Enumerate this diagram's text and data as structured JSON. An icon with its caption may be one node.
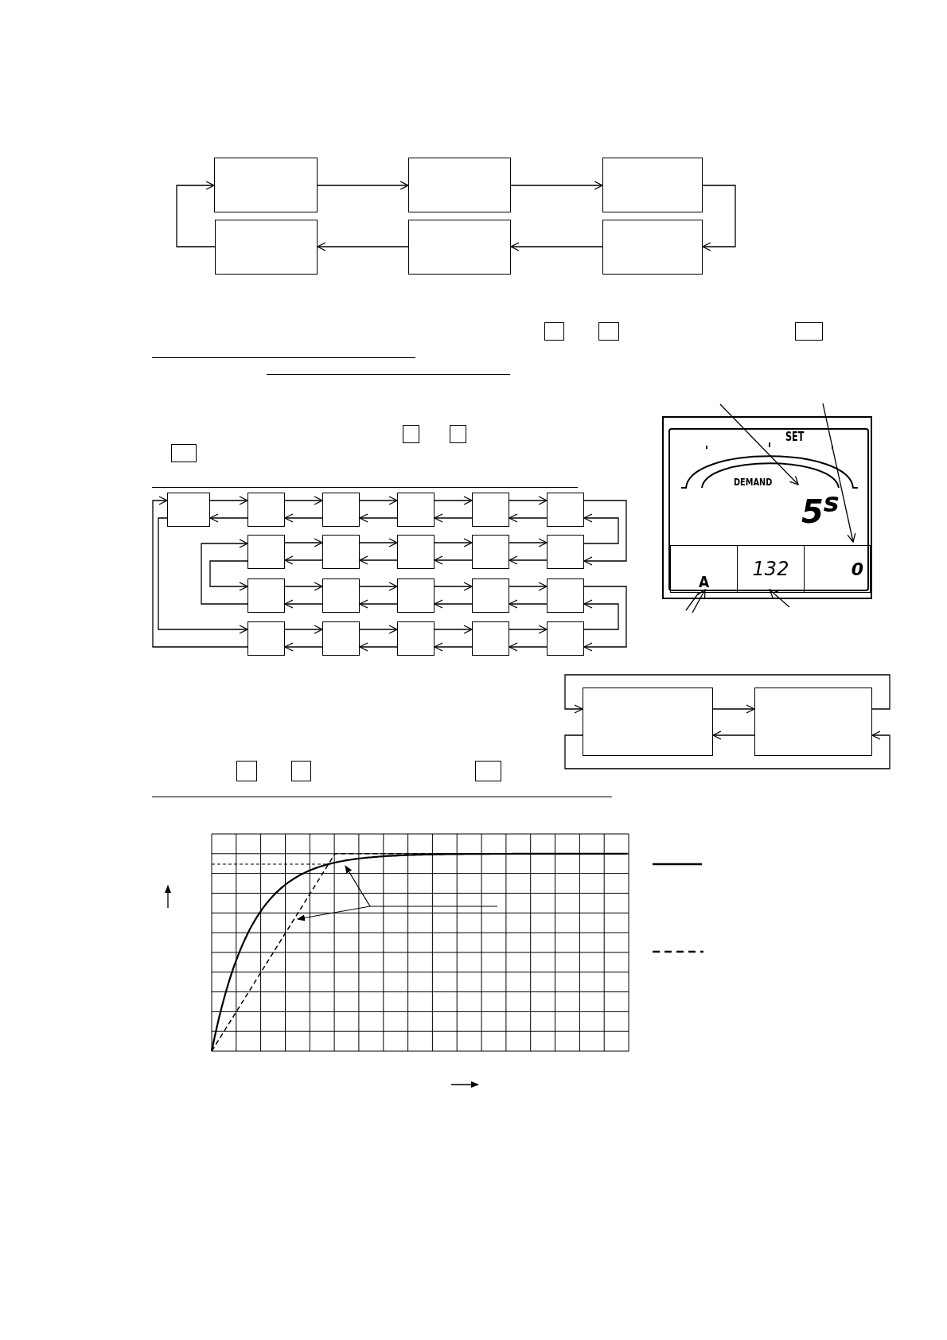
{
  "diagram": {
    "nodes": [
      {
        "text": [],
        "shape": "box"
      },
      {
        "text": [],
        "shape": "box"
      },
      {
        "text": [],
        "shape": "box"
      },
      {
        "text": [],
        "shape": "box"
      },
      {
        "text": [],
        "shape": "box"
      },
      {
        "text": [],
        "shape": "box"
      },
      {
        "text": [],
        "shape": "box"
      },
      {
        "text": [],
        "shape": "box"
      },
      {
        "text": [],
        "shape": "box"
      },
      {
        "text": [],
        "shape": "box"
      },
      {
        "text": [],
        "shape": "box"
      },
      {
        "text": [],
        "shape": "box"
      },
      {
        "text": [],
        "shape": "box"
      },
      {
        "text": [],
        "shape": "box",
        "in": 12
      },
      {
        "text": [
          "5$^{s}$"
        ],
        "in": 13
      },
      {
        "text": [
          "A"
        ],
        "in": 13
      },
      {
        "text": [
          "132"
        ],
        "in": 13
      },
      {
        "text": [
          "0"
        ],
        "in": 13
      },
      {
        "text": [],
        "shape": "box"
      },
      {
        "text": [],
        "shape": "box"
      },
      {
        "text": [],
        "shape": "box"
      },
      {
        "text": [],
        "shape": "box"
      },
      {
        "text": [],
        "shape": "box"
      },
      {
        "text": [],
        "shape": "box"
      },
      {
        "text": [],
        "shape": "box"
      },
      {
        "text": [],
        "shape": "box"
      },
      {
        "text": [],
        "shape": "box"
      },
      {
        "text": [],
        "shape": "box"
      },
      {
        "text": [],
        "shape": "box"
      },
      {
        "text": [],
        "shape": "box"
      },
      {
        "text": [],
        "shape": "box"
      },
      {
        "text": [],
        "shape": "box"
      },
      {
        "text": [],
        "shape": "box"
      },
      {
        "text": [],
        "shape": "box"
      },
      {
        "text": [],
        "shape": "box"
      },
      {
        "text": [],
        "shape": "box"
      },
      {
        "text": [],
        "shape": "box"
      },
      {
        "text": [],
        "shape": "box"
      },
      {
        "text": [],
        "shape": "box"
      },
      {
        "text": [],
        "shape": "box"
      },
      {
        "text": [],
        "shape": "box"
      },
      {
        "text": [],
        "shape": "box"
      },
      {
        "text": [],
        "shape": "box"
      },
      {
        "text": [],
        "shape": "box"
      }
    ],
    "edges": [
      {
        "from": 0,
        "to": 1,
        "arrow": "to"
      },
      {
        "from": 1,
        "to": 2,
        "arrow": "to"
      },
      {
        "from": 2,
        "to": 5,
        "arrow": "to"
      },
      {
        "from": 5,
        "to": 4,
        "arrow": "to"
      },
      {
        "from": 4,
        "to": 3,
        "arrow": "to"
      },
      {
        "from": 3,
        "to": 0,
        "arrow": "to"
      },
      {
        "from": null,
        "to": 14,
        "arrow": "to"
      },
      {
        "from": null,
        "to": 17,
        "arrow": "to"
      },
      {
        "from": null,
        "to": 15,
        "arrow": "to"
      },
      {
        "from": null,
        "to": 16,
        "arrow": "to"
      },
      {
        "from": 18,
        "to": 19,
        "arrow": "to"
      },
      {
        "from": 19,
        "to": 18,
        "arrow": "to"
      },
      {
        "from": 19,
        "to": 20,
        "arrow": "to"
      },
      {
        "from": 20,
        "to": 19,
        "arrow": "to"
      },
      {
        "from": 20,
        "to": 21,
        "arrow": "to"
      },
      {
        "from": 21,
        "to": 20,
        "arrow": "to"
      },
      {
        "from": 21,
        "to": 22,
        "arrow": "to"
      },
      {
        "from": 22,
        "to": 21,
        "arrow": "to"
      },
      {
        "from": 22,
        "to": 23,
        "arrow": "to"
      },
      {
        "from": 23,
        "to": 22,
        "arrow": "to"
      },
      {
        "from": 24,
        "to": 25,
        "arrow": "to"
      },
      {
        "from": 25,
        "to": 24,
        "arrow": "to"
      },
      {
        "from": 25,
        "to": 26,
        "arrow": "to"
      },
      {
        "from": 26,
        "to": 25,
        "arrow": "to"
      },
      {
        "from": 26,
        "to": 27,
        "arrow": "to"
      },
      {
        "from": 27,
        "to": 26,
        "arrow": "to"
      },
      {
        "from": 27,
        "to": 28,
        "arrow": "to"
      },
      {
        "from": 28,
        "to": 27,
        "arrow": "to"
      },
      {
        "from": 29,
        "to": 30,
        "arrow": "to"
      },
      {
        "from": 30,
        "to": 29,
        "arrow": "to"
      },
      {
        "from": 30,
        "to": 31,
        "arrow": "to"
      },
      {
        "from": 31,
        "to": 30,
        "arrow": "to"
      },
      {
        "from": 31,
        "to": 32,
        "arrow": "to"
      },
      {
        "from": 32,
        "to": 31,
        "arrow": "to"
      },
      {
        "from": 32,
        "to": 33,
        "arrow": "to"
      },
      {
        "from": 33,
        "to": 32,
        "arrow": "to"
      },
      {
        "from": 34,
        "to": 35,
        "arrow": "to"
      },
      {
        "from": 35,
        "to": 34,
        "arrow": "to"
      },
      {
        "from": 35,
        "to": 36,
        "arrow": "to"
      },
      {
        "from": 36,
        "to": 35,
        "arrow": "to"
      },
      {
        "from": 36,
        "to": 37,
        "arrow": "to"
      },
      {
        "from": 37,
        "to": 36,
        "arrow": "to"
      },
      {
        "from": 37,
        "to": 38,
        "arrow": "to"
      },
      {
        "from": 38,
        "to": 37,
        "arrow": "to"
      },
      {
        "from": 23,
        "to": 28,
        "arrow": "to"
      },
      {
        "from": 28,
        "to": 23,
        "arrow": "to"
      },
      {
        "from": 33,
        "to": 38,
        "arrow": "to"
      },
      {
        "from": 38,
        "to": 33,
        "arrow": "to"
      },
      {
        "from": 29,
        "to": 24,
        "arrow": "to"
      },
      {
        "from": 24,
        "to": 29,
        "arrow": "to"
      },
      {
        "from": 18,
        "to": 34,
        "arrow": "to"
      },
      {
        "from": 34,
        "to": 18,
        "arrow": "to"
      },
      {
        "from": 39,
        "to": 40,
        "arrow": "to"
      },
      {
        "from": 40,
        "to": 39,
        "arrow": "to"
      },
      {
        "from": 40,
        "to": 39,
        "arrow": "to"
      },
      {
        "from": 39,
        "to": 40,
        "arrow": "to"
      }
    ],
    "labels": [
      "SET",
      "DEMAND"
    ]
  }
}
